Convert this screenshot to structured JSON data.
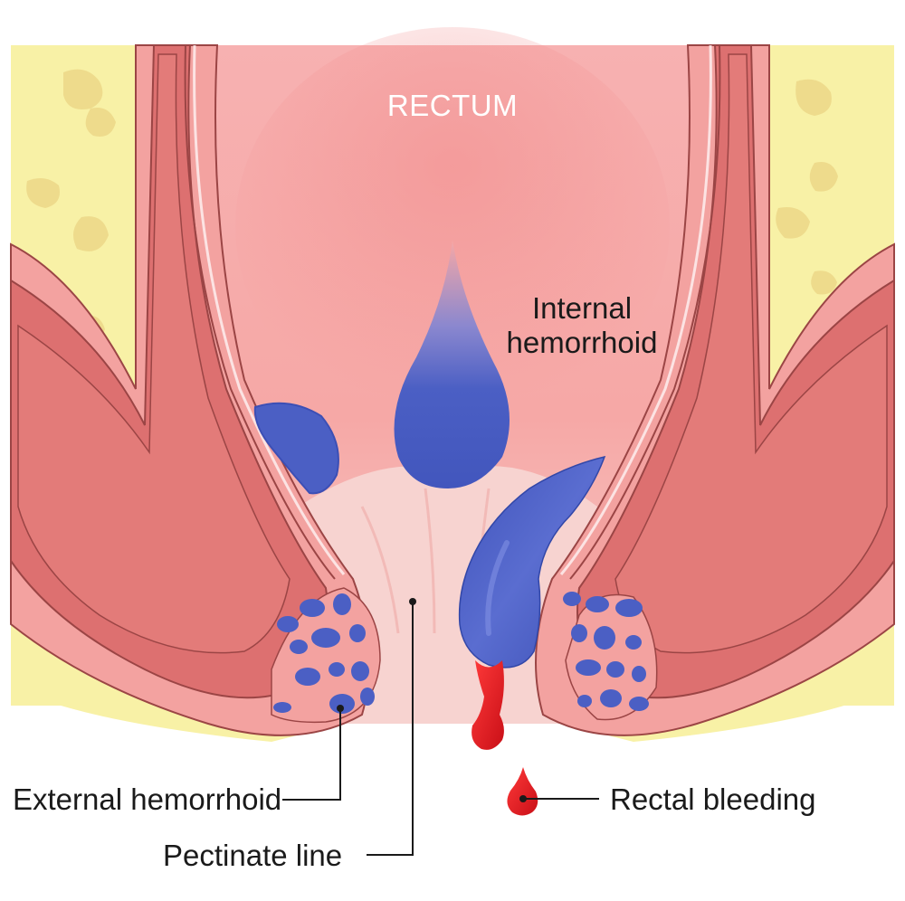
{
  "labels": {
    "rectum": "RECTUM",
    "internal_line1": "Internal",
    "internal_line2": "hemorrhoid",
    "external": "External hemorrhoid",
    "pectinate": "Pectinate line",
    "bleeding": "Rectal bleeding"
  },
  "colors": {
    "fat": "#f8f1a6",
    "fat_spot": "#eedb8c",
    "muscle": "#dd7070",
    "muscle_outline": "#9b4545",
    "mucosa": "#f3a2a0",
    "lumen": "#f4bcbc",
    "canal": "#f7d3d0",
    "hemorrhoid": "#4b5fc4",
    "blood": "#e81722"
  }
}
